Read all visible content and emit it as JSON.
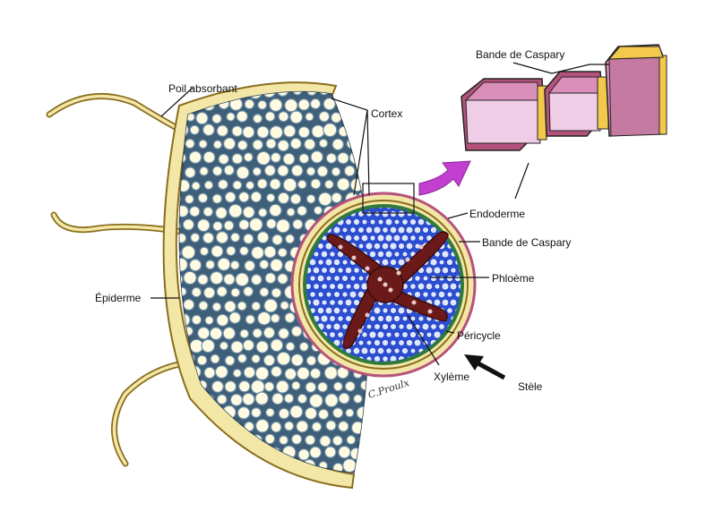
{
  "labels": {
    "poil_absorbant": "Poil absorbant",
    "cortex": "Cortex",
    "bande_caspary_top": "Bande de Caspary",
    "endoderme": "Endoderme",
    "bande_caspary": "Bande de Caspary",
    "phloeme": "Phloème",
    "epiderme": "Épiderme",
    "pericycle": "Péricycle",
    "xyleme": "Xylème",
    "stele": "Stèle"
  },
  "signature": "C.Proulx",
  "colors": {
    "epidermis": "#f3e7a8",
    "epidermis_edge": "#8a6d1c",
    "cortex_bg": "#3f5f78",
    "cortex_cell": "#fffbe3",
    "phloem_bg": "#2a4fd6",
    "xylem": "#6b1a1a",
    "endoderm": "#c04a7a",
    "pericycle": "#2f7a3a",
    "arrow_magenta": "#c23fd0",
    "block_face": "#efcde6",
    "block_frame": "#b5527c",
    "caspary_band": "#f2c94c"
  }
}
